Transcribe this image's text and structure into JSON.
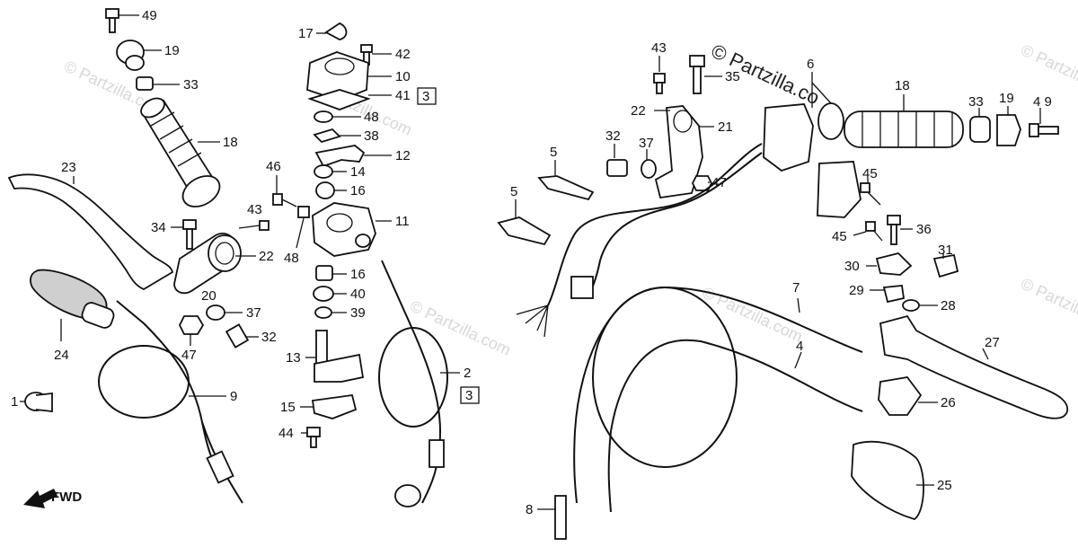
{
  "diagram": {
    "watermarks": [
      "© Partzilla.com",
      "© Partzilla.com",
      "© Partzilla.com",
      "© Partzilla.com",
      "© Partzilla.com",
      "© Partzilla.com"
    ],
    "brand_watermark": "© Partzilla.co",
    "fwd_label": "FWD",
    "callouts": {
      "c49a": "49",
      "c19a": "19",
      "c33a": "33",
      "c18a": "18",
      "c23": "23",
      "c34": "34",
      "c43a": "43",
      "c46": "46",
      "c48a": "48",
      "c22a": "22",
      "c20": "20",
      "c24": "24",
      "c37a": "37",
      "c47a": "47",
      "c32a": "32",
      "c1": "1",
      "c9": "9",
      "c17": "17",
      "c42": "42",
      "c10": "10",
      "c41": "41",
      "c3a": "3",
      "c48b": "48",
      "c38": "38",
      "c12": "12",
      "c14": "14",
      "c16a": "16",
      "c11": "11",
      "c16b": "16",
      "c40": "40",
      "c39": "39",
      "c13": "13",
      "c15": "15",
      "c44": "44",
      "c2": "2",
      "c3b": "3",
      "c43b": "43",
      "c35": "35",
      "c22b": "22",
      "c21": "21",
      "c32b": "32",
      "c37b": "37",
      "c47b": "47",
      "c5a": "5",
      "c5b": "5",
      "c6": "6",
      "c18b": "18",
      "c33b": "33",
      "c19b": "19",
      "c49b": "4 9",
      "c45a": "45",
      "c45b": "45",
      "c36": "36",
      "c31": "31",
      "c30": "30",
      "c29": "29",
      "c28": "28",
      "c7": "7",
      "c4": "4",
      "c27": "27",
      "c26": "26",
      "c25": "25",
      "c8": "8"
    }
  }
}
